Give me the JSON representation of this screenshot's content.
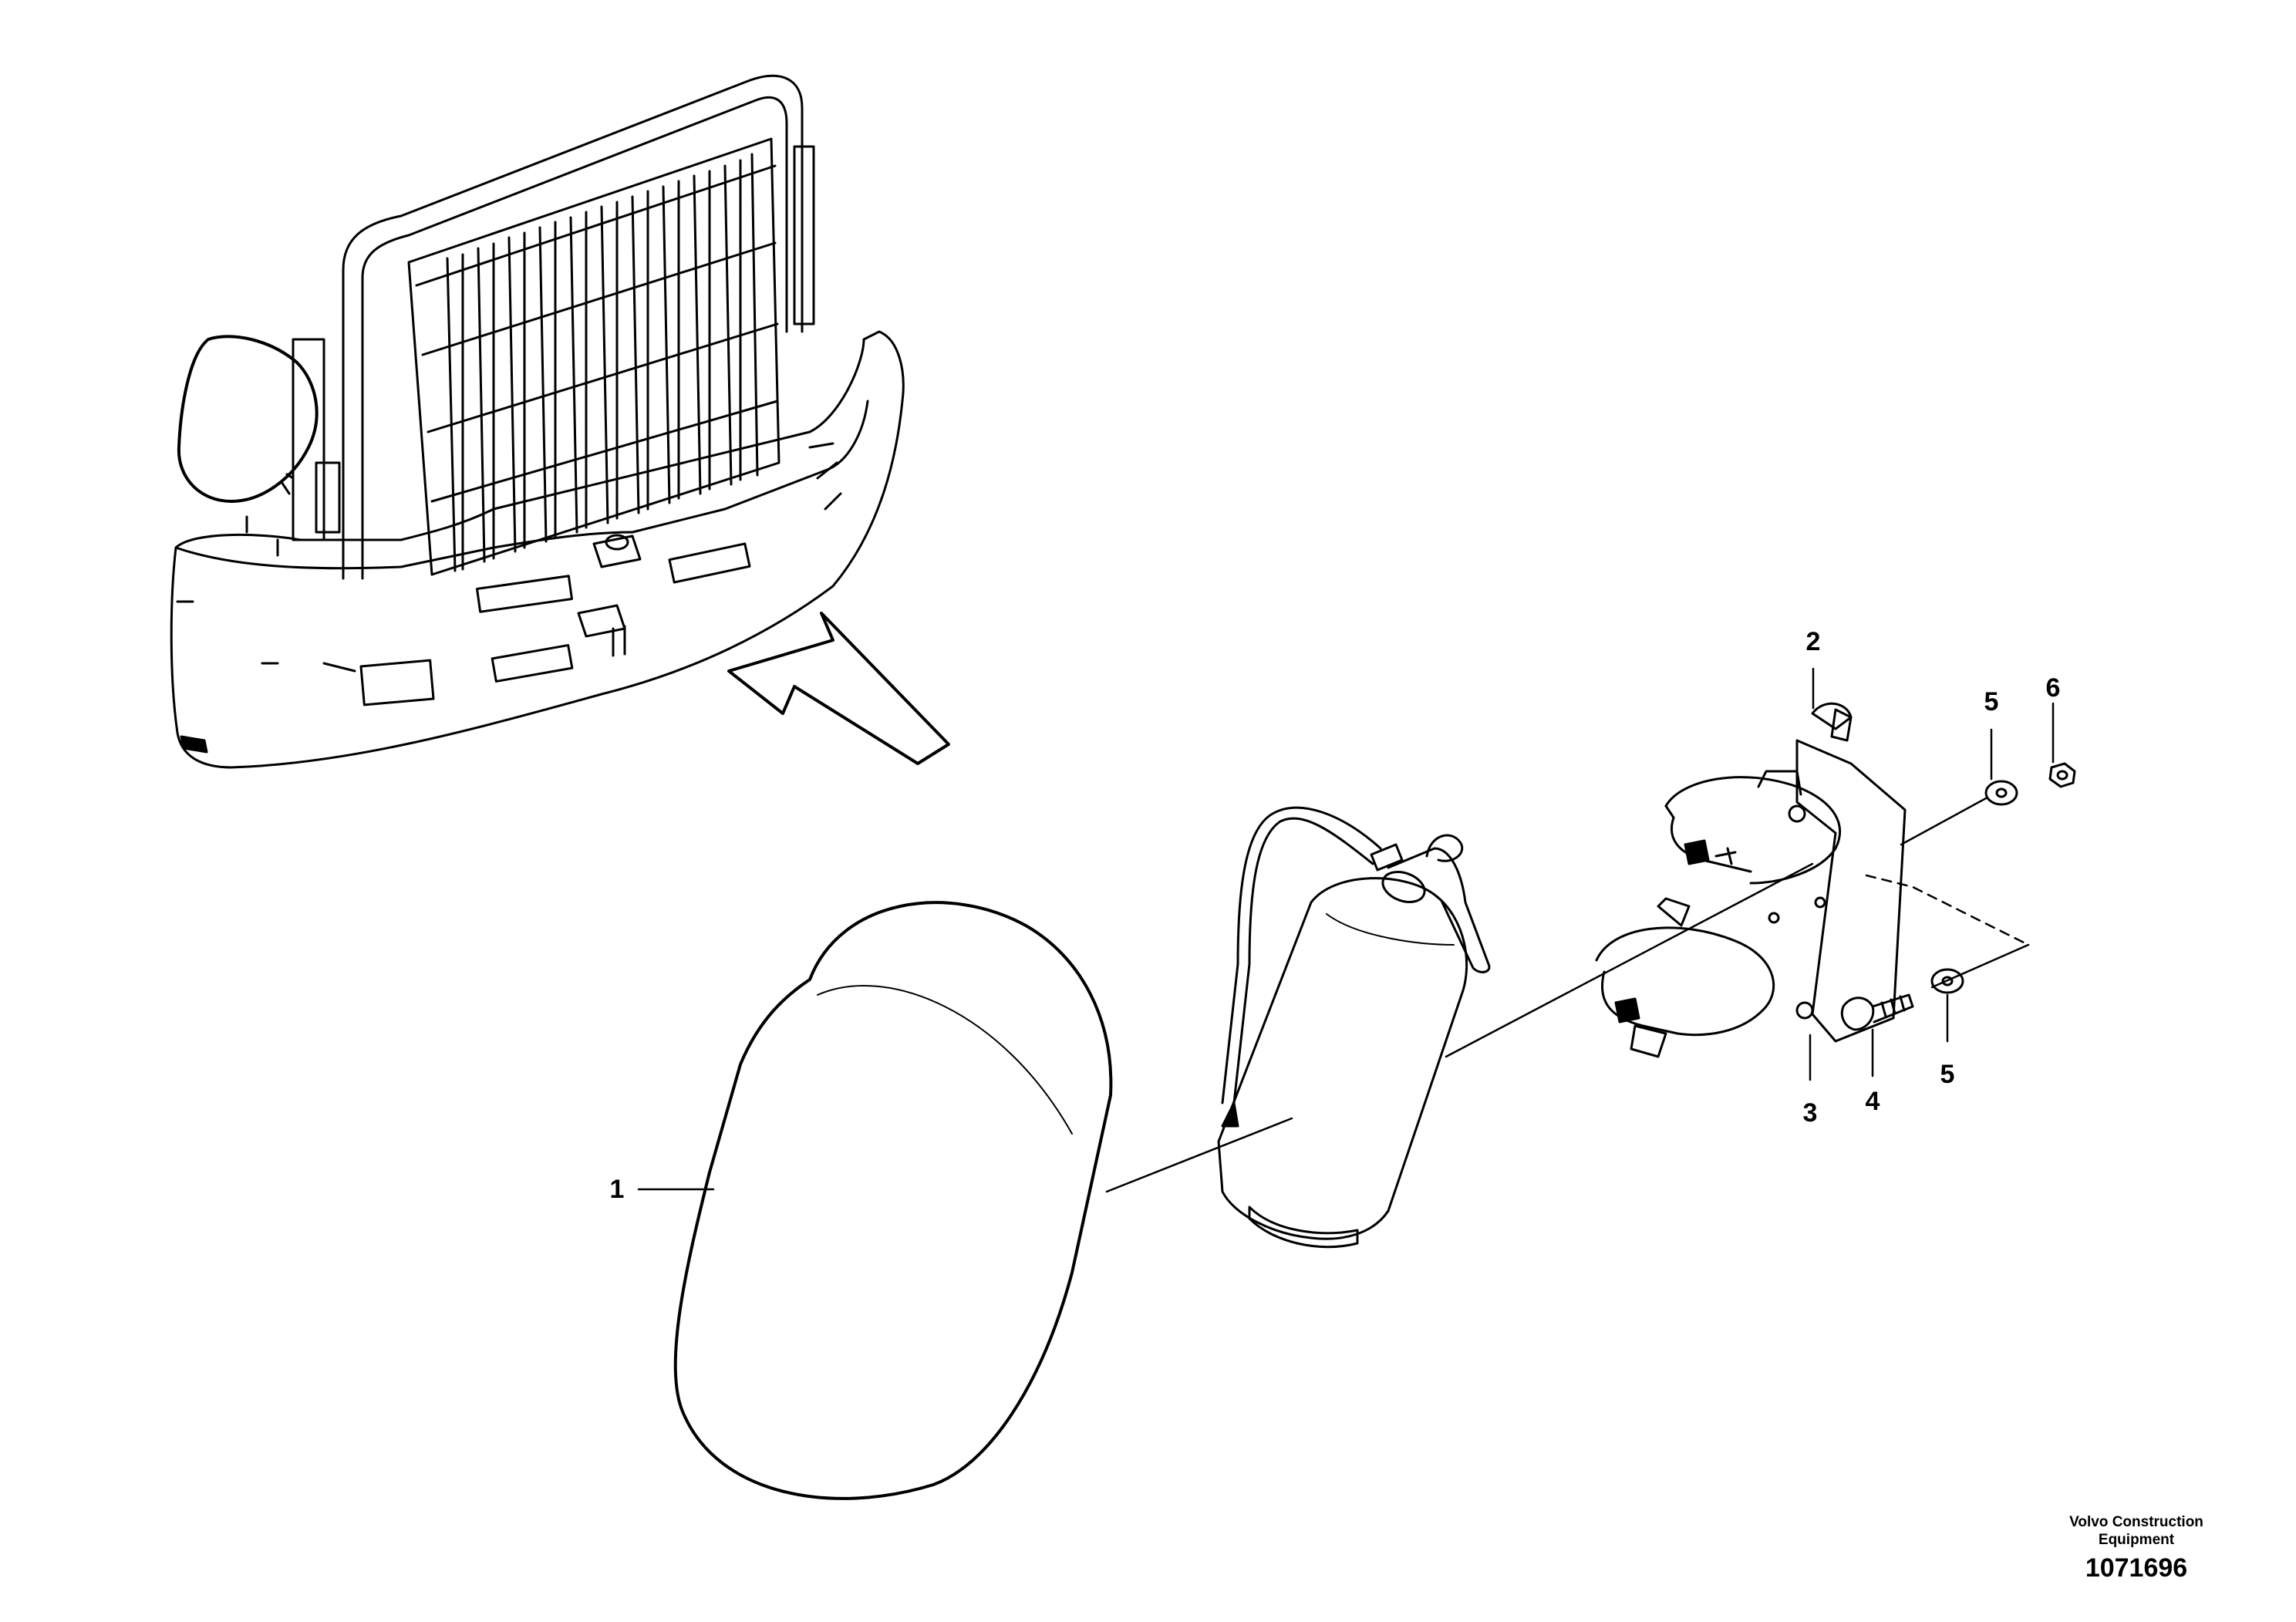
{
  "callouts": {
    "c1": "1",
    "c2": "2",
    "c3": "3",
    "c4": "4",
    "c5a": "5",
    "c5b": "5",
    "c6": "6"
  },
  "credit": {
    "line1": "Volvo Construction",
    "line2": "Equipment"
  },
  "figure_number": "1071696",
  "icons": [
    "machine-rear-overview-illustration",
    "view-direction-arrow-icon",
    "extinguisher-cover-illustration",
    "fire-extinguisher-illustration",
    "extinguisher-bracket-illustration",
    "bolt-illustration",
    "washer-illustration",
    "nut-illustration"
  ]
}
